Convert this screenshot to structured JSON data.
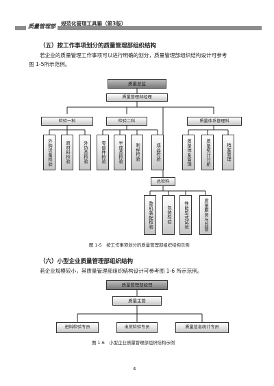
{
  "header": {
    "series_title": "规范化管理工具箱（第3版）",
    "section_label": "质量管理部"
  },
  "section5": {
    "heading": "（五）按工作事项划分的质量管理部组织结构",
    "para_line1": "若企业的质量管理工作事项可以进行明确的划分，质量管理部组织结构设计可参考",
    "para_line2": "图 1-5所示范例。"
  },
  "chart1": {
    "top": "质量总监",
    "manager": "质量管理部经理",
    "groups": [
      {
        "label": "检验一科",
        "children": [
          "外购设备检验",
          "原材料检验",
          "外协品检验"
        ]
      },
      {
        "label": "检验二科",
        "children": [
          "零部件检验",
          "半成品检验",
          "成品检验",
          "制程检验"
        ]
      },
      {
        "label": "质量体系管理科",
        "children": [
          "质量体系管理",
          "质量统计分析",
          "档案管理"
        ]
      }
    ],
    "sub": {
      "label": "总检科",
      "children": [
        "整机装配检验",
        "包装检验",
        "性能型式试验",
        "质量服务与监督"
      ]
    },
    "caption": "图 1-5　按工作事项划分的质量管理部组织结构示例"
  },
  "section6": {
    "heading": "（六）小型企业质量管理部组织结构",
    "para": "若企业规模较小，其质量管理部组织结构设计可参考图 1-6 所示范例。"
  },
  "chart2": {
    "top": "质量管理部经理",
    "mid": "质量主管",
    "children": [
      "进料检验专员",
      "出货检验专员",
      "质量信息统计专员"
    ],
    "caption": "图 1-6　小型企业质量管理部组织结构示例"
  },
  "page_number": "4"
}
